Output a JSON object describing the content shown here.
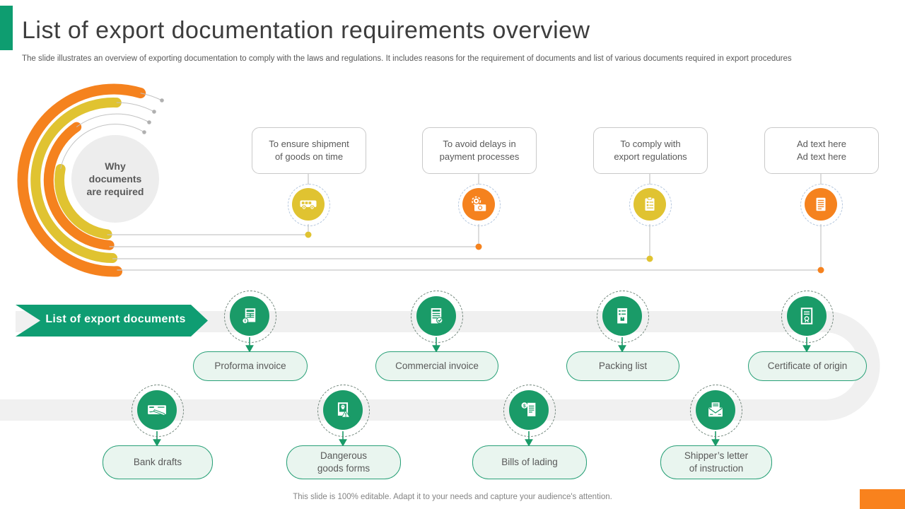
{
  "slide": {
    "title": "List of export documentation requirements overview",
    "subtitle": "The slide illustrates an overview of exporting documentation to comply with the laws and regulations. It includes reasons for the requirement of documents and list of various documents required in export procedures",
    "footer_note": "This slide is 100% editable. Adapt it to your needs and capture your audience's attention."
  },
  "colors": {
    "accent_green": "#0E9D70",
    "banner_green": "#0F9D72",
    "document_circle_green": "#1A9B68",
    "orange": "#F5821E",
    "yellow": "#E0C331",
    "pill_fill": "#E9F5EF",
    "pill_border": "#28A077",
    "road_gray": "#F0F0F0",
    "body_text_gray": "#595959"
  },
  "why_section": {
    "center_label": "Why documents are required",
    "reasons": [
      {
        "icon": "van-icon",
        "circle_color": "#E0C331",
        "lines": [
          "To ensure shipment",
          "of goods on time"
        ]
      },
      {
        "icon": "money-gear-icon",
        "circle_color": "#F5821E",
        "lines": [
          "To avoid delays in",
          "payment processes"
        ]
      },
      {
        "icon": "clipboard-checklist-icon",
        "circle_color": "#E0C331",
        "lines": [
          "To comply with",
          "export regulations"
        ]
      },
      {
        "icon": "document-icon",
        "circle_color": "#F5821E",
        "lines": [
          "Ad text here",
          "Ad text here"
        ]
      }
    ]
  },
  "documents_section": {
    "banner_label": "List of export documents",
    "documents": [
      {
        "icon": "proforma-invoice-icon",
        "lines": [
          "Proforma invoice"
        ]
      },
      {
        "icon": "commercial-invoice-icon",
        "lines": [
          "Commercial invoice"
        ]
      },
      {
        "icon": "packing-list-icon",
        "lines": [
          "Packing list"
        ]
      },
      {
        "icon": "certificate-of-origin-icon",
        "lines": [
          "Certificate of origin"
        ]
      },
      {
        "icon": "bank-draft-cheque-icon",
        "lines": [
          "Bank drafts"
        ]
      },
      {
        "icon": "dangerous-goods-icon",
        "lines": [
          "Dangerous",
          "goods forms"
        ]
      },
      {
        "icon": "bills-of-lading-icon",
        "lines": [
          "Bills of lading"
        ]
      },
      {
        "icon": "shippers-letter-icon",
        "lines": [
          "Shipper’s letter",
          "of instruction"
        ]
      }
    ]
  }
}
